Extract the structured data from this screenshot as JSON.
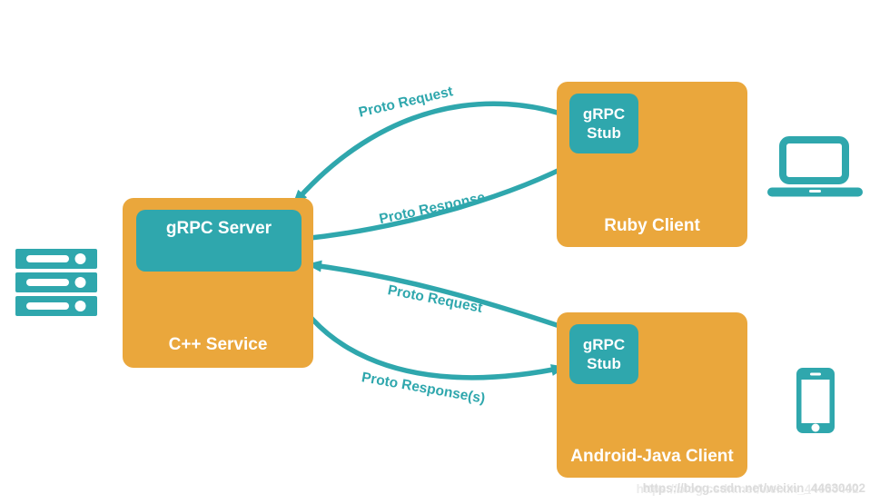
{
  "title": "gRPC architecture diagram",
  "colors": {
    "accent-orange": "#EAA73C",
    "accent-teal": "#2FA7AD",
    "text-on-box": "#FFFFFF",
    "watermark": "#D9D9D9",
    "bg": "#FFFFFF"
  },
  "nodes": {
    "cpp_service": {
      "title": "C++ Service",
      "server_label": "gRPC Server"
    },
    "ruby_client": {
      "title": "Ruby Client",
      "stub_label": "gRPC Stub"
    },
    "android_client": {
      "title": "Android-Java Client",
      "stub_label": "gRPC Stub"
    }
  },
  "arrows": [
    {
      "id": "proto-request-ruby",
      "label": "Proto Request",
      "from": "ruby-client-grpc-stub",
      "to": "grpc-server"
    },
    {
      "id": "proto-response-ruby",
      "label": "Proto Response",
      "from": "grpc-server",
      "to": "ruby-client-grpc-stub"
    },
    {
      "id": "proto-request-android",
      "label": "Proto Request",
      "from": "android-client-grpc-stub",
      "to": "grpc-server"
    },
    {
      "id": "proto-response-android",
      "label": "Proto Response(s)",
      "from": "grpc-server",
      "to": "android-client-grpc-stub"
    }
  ],
  "icons": {
    "left": "server-rack-icon",
    "top_right": "laptop-icon",
    "bottom_right": "smartphone-icon"
  },
  "watermark": "https://blog.csdn.net/weixin_44630402"
}
